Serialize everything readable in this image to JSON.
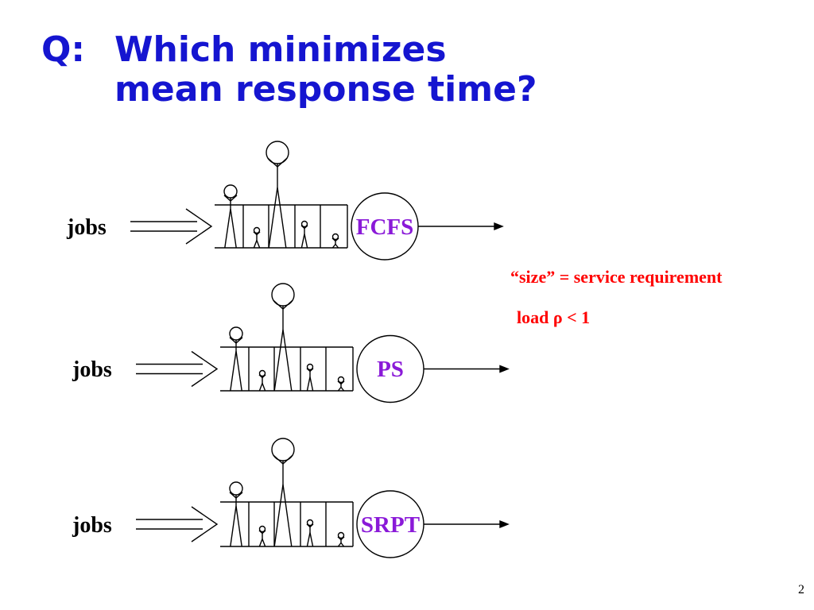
{
  "title": {
    "prefix": "Q:",
    "line1": "Which minimizes",
    "line2": "mean response time?",
    "color": "#1515d0"
  },
  "rows": [
    {
      "input_label": "jobs",
      "policy": "FCFS"
    },
    {
      "input_label": "jobs",
      "policy": "PS"
    },
    {
      "input_label": "jobs",
      "policy": "SRPT"
    }
  ],
  "notes": {
    "size_definition": "“size” = service requirement",
    "load_text": "load ρ < 1",
    "color": "#ff0000"
  },
  "policy_color": "#8a1ad8",
  "slide_number": "2"
}
